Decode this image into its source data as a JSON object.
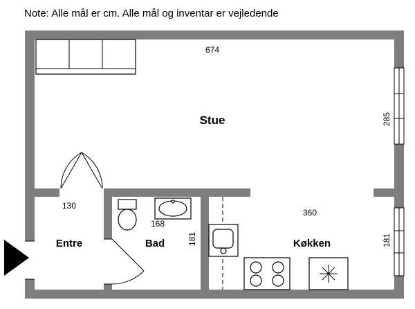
{
  "note": "Note: Alle mål er cm. Alle mål og inventar er vejledende",
  "rooms": {
    "stue": "Stue",
    "entre": "Entre",
    "bad": "Bad",
    "kokken": "Køkken"
  },
  "dims": {
    "top_width": "674",
    "stue_right_depth": "285",
    "entre_width": "130",
    "bad_width": "168",
    "bad_depth": "181",
    "kokken_width": "360",
    "kokken_right_depth": "181"
  },
  "colors": {
    "wall": "#7e7e7e",
    "line": "#000000",
    "background": "#ffffff"
  },
  "icons": {
    "wardrobe": "wardrobe-icon",
    "toilet": "toilet-icon",
    "washbasin": "washbasin-icon",
    "kitchen_sink": "kitchen-sink-icon",
    "stove": "stove-icon",
    "freezer": "freezer-asterisk-icon",
    "entrance_arrow": "entrance-arrow-icon",
    "window": "window-icon",
    "door_swing": "door-swing-icon"
  }
}
